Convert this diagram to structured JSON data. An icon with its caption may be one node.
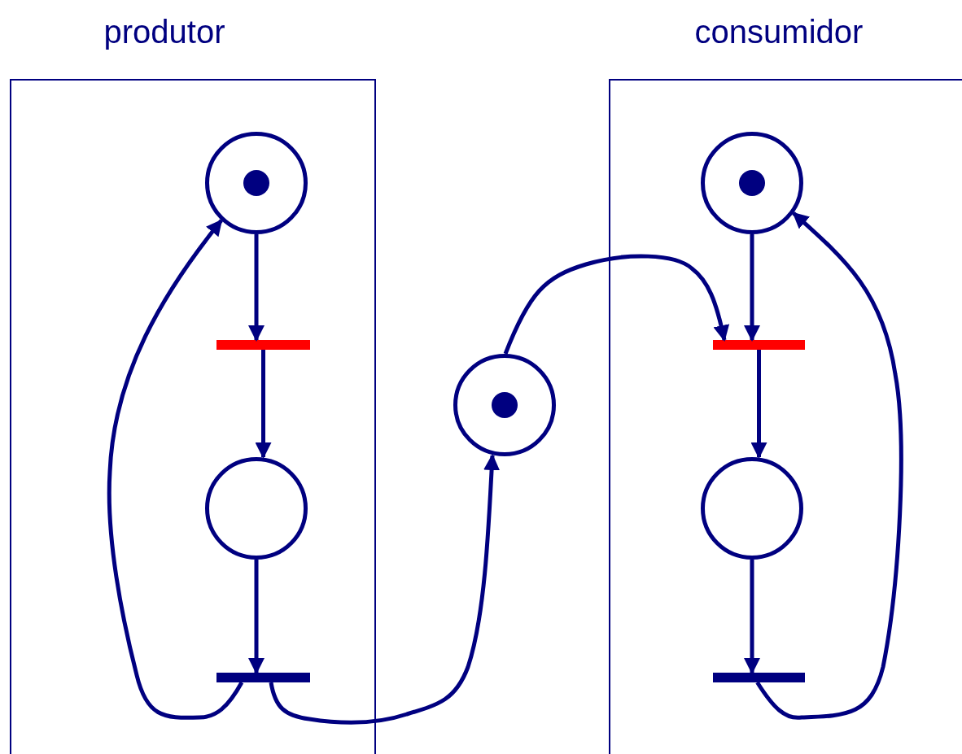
{
  "diagram": {
    "nodes": [
      {
        "text": [
          "produtor"
        ]
      },
      {
        "text": [
          "consumidor"
        ]
      },
      {
        "text": [],
        "shape": "circle",
        "in": 0
      },
      {
        "text": [],
        "shape": "bar",
        "in": 0
      },
      {
        "text": [],
        "shape": "circle",
        "in": 0
      },
      {
        "text": [],
        "shape": "bar",
        "in": 0
      },
      {
        "text": [],
        "shape": "circle"
      },
      {
        "text": [],
        "shape": "circle",
        "in": 1
      },
      {
        "text": [],
        "shape": "bar",
        "in": 1
      },
      {
        "text": [],
        "shape": "circle",
        "in": 1
      },
      {
        "text": [],
        "shape": "bar",
        "in": 1
      }
    ],
    "edges": [
      {
        "from": 2,
        "to": 3,
        "arrow": "to"
      },
      {
        "from": 3,
        "to": 4,
        "arrow": "to"
      },
      {
        "from": 4,
        "to": 5,
        "arrow": "to"
      },
      {
        "from": 5,
        "to": 2,
        "arrow": "to"
      },
      {
        "from": 5,
        "to": 6,
        "arrow": "to"
      },
      {
        "from": 6,
        "to": 8,
        "arrow": "to"
      },
      {
        "from": 7,
        "to": 8,
        "arrow": "to"
      },
      {
        "from": 8,
        "to": 9,
        "arrow": "to"
      },
      {
        "from": 9,
        "to": 10,
        "arrow": "to"
      },
      {
        "from": 10,
        "to": 7,
        "arrow": "to"
      }
    ]
  }
}
